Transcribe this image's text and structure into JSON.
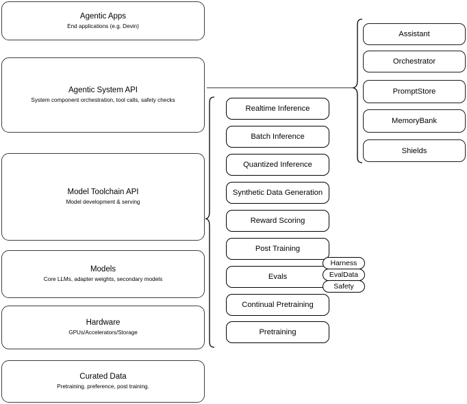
{
  "diagram": {
    "title": "LLM Stack Architecture Diagram",
    "background_color": "#ffffff",
    "stroke_color": "#000000",
    "layers": [
      {
        "id": "agentic-apps",
        "title": "Agentic Apps",
        "subtitle": "End applications (e.g. Devin)"
      },
      {
        "id": "agentic-system-api",
        "title": "Agentic System API",
        "subtitle": "System component orchestration, tool calls, safety checks"
      },
      {
        "id": "model-toolchain-api",
        "title": "Model Toolchain API",
        "subtitle": "Model development & serving"
      },
      {
        "id": "models",
        "title": "Models",
        "subtitle": "Core LLMs, adapter weights, secondary models"
      },
      {
        "id": "hardware",
        "title": "Hardware",
        "subtitle": "GPUs/Accelerators/Storage"
      },
      {
        "id": "curated-data",
        "title": "Curated Data",
        "subtitle": "Pretraining, preference, post training."
      }
    ],
    "toolchain_capabilities": [
      {
        "id": "realtime-inference",
        "label": "Realtime Inference"
      },
      {
        "id": "batch-inference",
        "label": "Batch Inference"
      },
      {
        "id": "quantized-inference",
        "label": "Quantized Inference"
      },
      {
        "id": "synthetic-data-generation",
        "label": "Synthetic Data Generation"
      },
      {
        "id": "reward-scoring",
        "label": "Reward Scoring"
      },
      {
        "id": "post-training",
        "label": "Post Training"
      },
      {
        "id": "evals",
        "label": "Evals"
      },
      {
        "id": "continual-pretraining",
        "label": "Continual Pretraining"
      },
      {
        "id": "pretraining",
        "label": "Pretraining"
      }
    ],
    "eval_subcomponents": [
      {
        "id": "harness",
        "label": "Harness"
      },
      {
        "id": "evaldata",
        "label": "EvalData"
      },
      {
        "id": "safety",
        "label": "Safety"
      }
    ],
    "agentic_system_components": [
      {
        "id": "assistant",
        "label": "Assistant"
      },
      {
        "id": "orchestrator",
        "label": "Orchestrator"
      },
      {
        "id": "promptstore",
        "label": "PromptStore"
      },
      {
        "id": "memorybank",
        "label": "MemoryBank"
      },
      {
        "id": "shields",
        "label": "Shields"
      }
    ]
  }
}
